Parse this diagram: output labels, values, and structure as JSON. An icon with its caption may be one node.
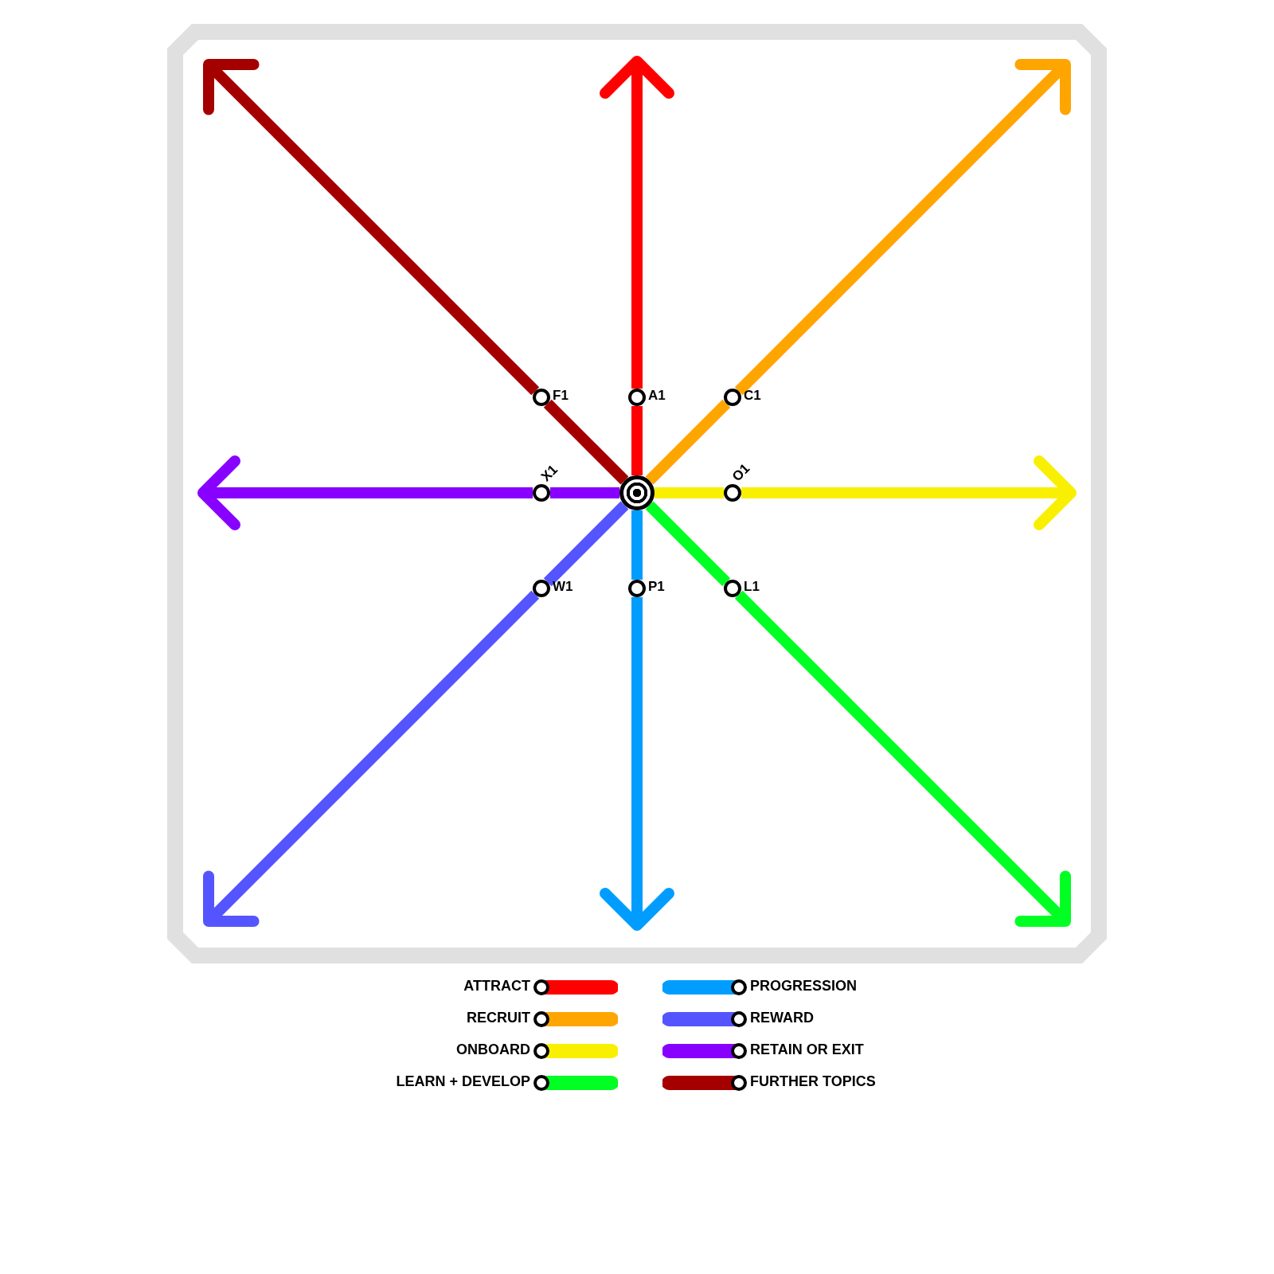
{
  "diagram": {
    "nodes": [
      {
        "text": [],
        "shape": "circle"
      },
      {
        "text": [
          "F1"
        ]
      },
      {
        "text": [
          "A1"
        ]
      },
      {
        "text": [
          "C1"
        ]
      },
      {
        "text": [
          "X1"
        ]
      },
      {
        "text": [
          "O1"
        ]
      },
      {
        "text": [
          "W1"
        ]
      },
      {
        "text": [
          "P1"
        ]
      },
      {
        "text": [
          "L1"
        ]
      }
    ],
    "edges": [
      {
        "from": 0,
        "to": 1,
        "arrow": "none",
        "color": "#a50000"
      },
      {
        "from": 1,
        "to": null,
        "arrow": "to",
        "color": "#a50000"
      },
      {
        "from": 0,
        "to": 2,
        "arrow": "none",
        "color": "#ff0000"
      },
      {
        "from": 2,
        "to": null,
        "arrow": "to",
        "color": "#ff0000"
      },
      {
        "from": 0,
        "to": 3,
        "arrow": "none",
        "color": "#ffa500"
      },
      {
        "from": 3,
        "to": null,
        "arrow": "to",
        "color": "#ffa500"
      },
      {
        "from": 0,
        "to": 4,
        "arrow": "none",
        "color": "#8800ff"
      },
      {
        "from": 4,
        "to": null,
        "arrow": "to",
        "color": "#8800ff"
      },
      {
        "from": 0,
        "to": 5,
        "arrow": "none",
        "color": "#f8f000"
      },
      {
        "from": 5,
        "to": null,
        "arrow": "to",
        "color": "#f8f000"
      },
      {
        "from": 0,
        "to": 6,
        "arrow": "none",
        "color": "#5555ff"
      },
      {
        "from": 6,
        "to": null,
        "arrow": "to",
        "color": "#5555ff"
      },
      {
        "from": 0,
        "to": 7,
        "arrow": "none",
        "color": "#009dff"
      },
      {
        "from": 7,
        "to": null,
        "arrow": "to",
        "color": "#009dff"
      },
      {
        "from": 0,
        "to": 8,
        "arrow": "none",
        "color": "#00ff22"
      },
      {
        "from": 8,
        "to": null,
        "arrow": "to",
        "color": "#00ff22"
      }
    ],
    "legend": [
      {
        "text": "ATTRACT",
        "color": "#ff0000"
      },
      {
        "text": "RECRUIT",
        "color": "#ffa500"
      },
      {
        "text": "ONBOARD",
        "color": "#f8f000"
      },
      {
        "text": "LEARN + DEVELOP",
        "color": "#00ff22"
      },
      {
        "text": "PROGRESSION",
        "color": "#009dff"
      },
      {
        "text": "REWARD",
        "color": "#5555ff"
      },
      {
        "text": "RETAIN OR EXIT",
        "color": "#8800ff"
      },
      {
        "text": "FURTHER TOPICS",
        "color": "#a50000"
      }
    ]
  }
}
